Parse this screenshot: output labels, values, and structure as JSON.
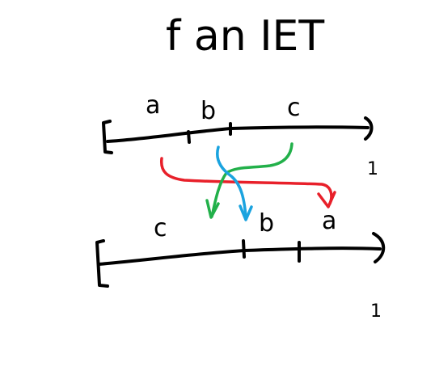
{
  "title": "f an IET",
  "top_interval": {
    "labels": [
      "a",
      "b",
      "c"
    ],
    "endpoint_label": "1"
  },
  "bottom_interval": {
    "labels": [
      "c",
      "b",
      "a"
    ],
    "endpoint_label": "1"
  },
  "colors": {
    "ink": "#000000",
    "red": "#e8202a",
    "green": "#22b04a",
    "blue": "#1aa3df"
  }
}
